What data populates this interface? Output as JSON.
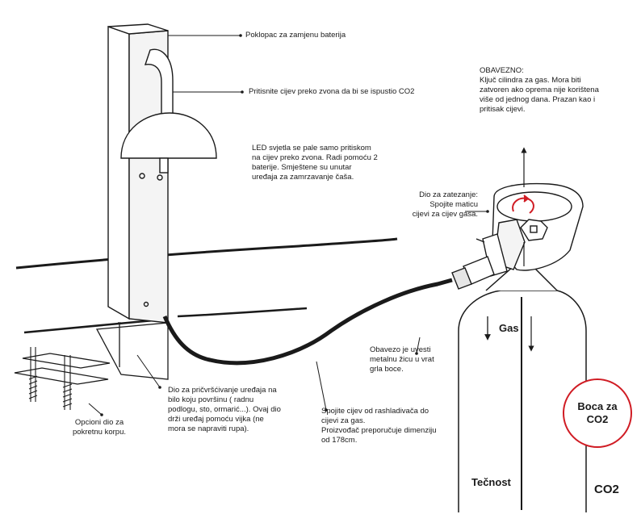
{
  "labels": {
    "battery_cover": "Poklopac za zamjenu baterija",
    "press_hose": "Pritisnite cijev preko zvona da bi se ispustio CO2",
    "led": "LED svjetla se pale samo pritiskom\nna cijev preko zvona. Radi pomoću 2\nbaterije. Smještene su unutar\nuređaja za zamrzavanje čaša.",
    "mandatory": "OBAVEZNO:\nKljuč cilindra za gas. Mora biti\nzatvoren ako oprema nije korištena\nviše od jednog dana. Prazan kao i\npritisak cijevi.",
    "tightening": "Dio za zatezanje:\nSpojite maticu\ncijevi za cijev gasa.",
    "wire": "Obavezo je uvesti\nmetalnu žicu u vrat\ngrla boce.",
    "mount": "Dio za pričvršćivanje uređaja na\nbilo koju površinu ( radnu\npodlogu, sto, ormarić...). Ovaj dio\ndrži uređaj pomoću vijka (ne\nmora se napraviti rupa).",
    "hose": "Spojite cijev od rashladivača do\ncijevi za gas.\nProizvođač preporučuje dimenziju\nod 178cm.",
    "basket": "Opcioni dio za\npokretnu korpu.",
    "gas": "Gas",
    "liquid": "Tečnost",
    "co2": "CO2",
    "bottle_badge": "Boca za\nCO2"
  },
  "colors": {
    "line": "#1a1a1a",
    "accent_red": "#d01c24",
    "fill_light": "#f4f4f4"
  }
}
